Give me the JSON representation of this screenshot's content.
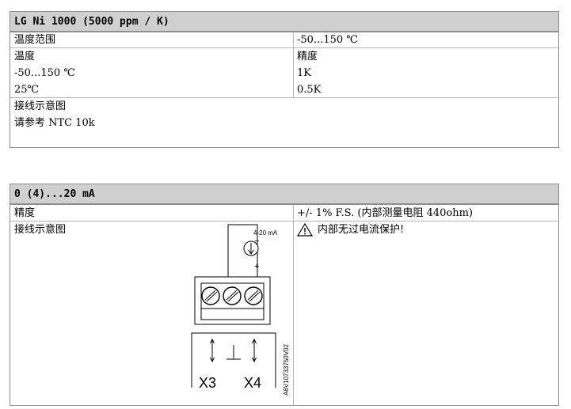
{
  "table1": {
    "header": "LG Ni 1000 (5000 ppm / K)",
    "temp_range_label": "温度范围",
    "temp_range_value": "-50...150 ℃",
    "temp_label": "温度",
    "accuracy_label": "精度",
    "temp_row1": "-50...150 ℃",
    "acc_row1": "1K",
    "temp_row2": "25℃",
    "acc_row2": "0.5K",
    "wiring_label": "接线示意图",
    "wiring_note": "请参考 NTC 10k"
  },
  "table2": {
    "header": "0 (4)...20 mA",
    "accuracy_label": "精度",
    "accuracy_value": "+/- 1% F.S. (内部测量电阻 440ohm)",
    "wiring_label": "接线示意图",
    "warning_icon": "warning-triangle-icon",
    "warning_text": "内部无过电流保护!",
    "diagram": {
      "current_label": "4-20 mA",
      "minus": "−",
      "plus": "+",
      "terminal_left": "X3",
      "terminal_right": "X4",
      "code": "A6V10733750V02"
    }
  }
}
